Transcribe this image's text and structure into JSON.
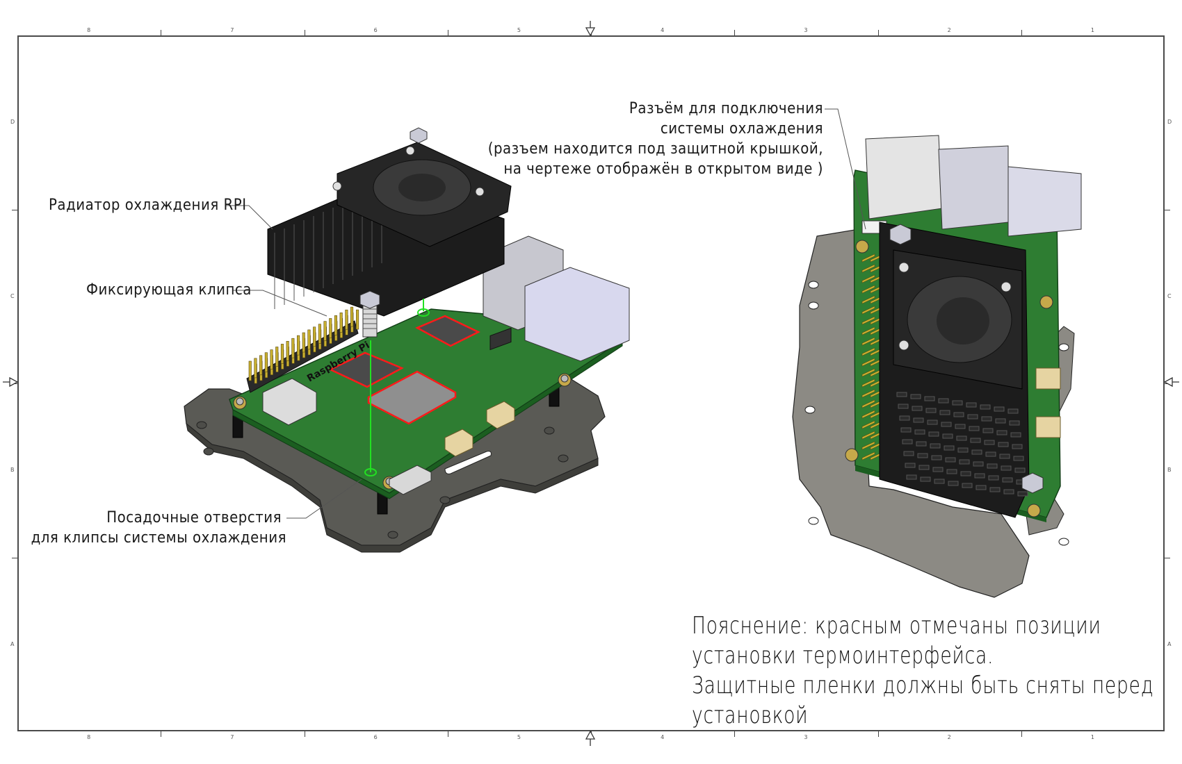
{
  "drawing": {
    "column_zones": [
      "8",
      "7",
      "6",
      "5",
      "4",
      "3",
      "2",
      "1"
    ],
    "row_zones": [
      "D",
      "C",
      "B",
      "A"
    ]
  },
  "callouts": {
    "heatsink": "Радиатор охлаждения RPI",
    "clip": "Фиксирующая клипса",
    "mounting_holes": [
      "Посадочные отверстия",
      "для клипсы системы охлаждения"
    ],
    "fan_connector": [
      "Разъём для подключения",
      "системы охлаждения",
      "(разъем находится под защитной крышкой,",
      "на чертеже отображён в открытом виде )"
    ]
  },
  "note": {
    "lines": [
      "Пояснение: красным отмечаны позиции",
      "установки термоинтерфейса.",
      "Защитные пленки должны быть сняты перед",
      "установкой"
    ]
  },
  "board_marking": "Raspberry Pi",
  "colors": {
    "frame": "#4a4a4a",
    "pcb": "#2e7d32",
    "pcb_edge": "#1b5e20",
    "plate": "#5a5a55",
    "plate_light": "#8c8a84",
    "heatsink": "#1c1c1c",
    "thermal_pad_outline": "#ff1a1a",
    "guide_line": "#22e022",
    "gpio_pin": "#c9b030",
    "connector_metal": "#d8d8dc"
  }
}
